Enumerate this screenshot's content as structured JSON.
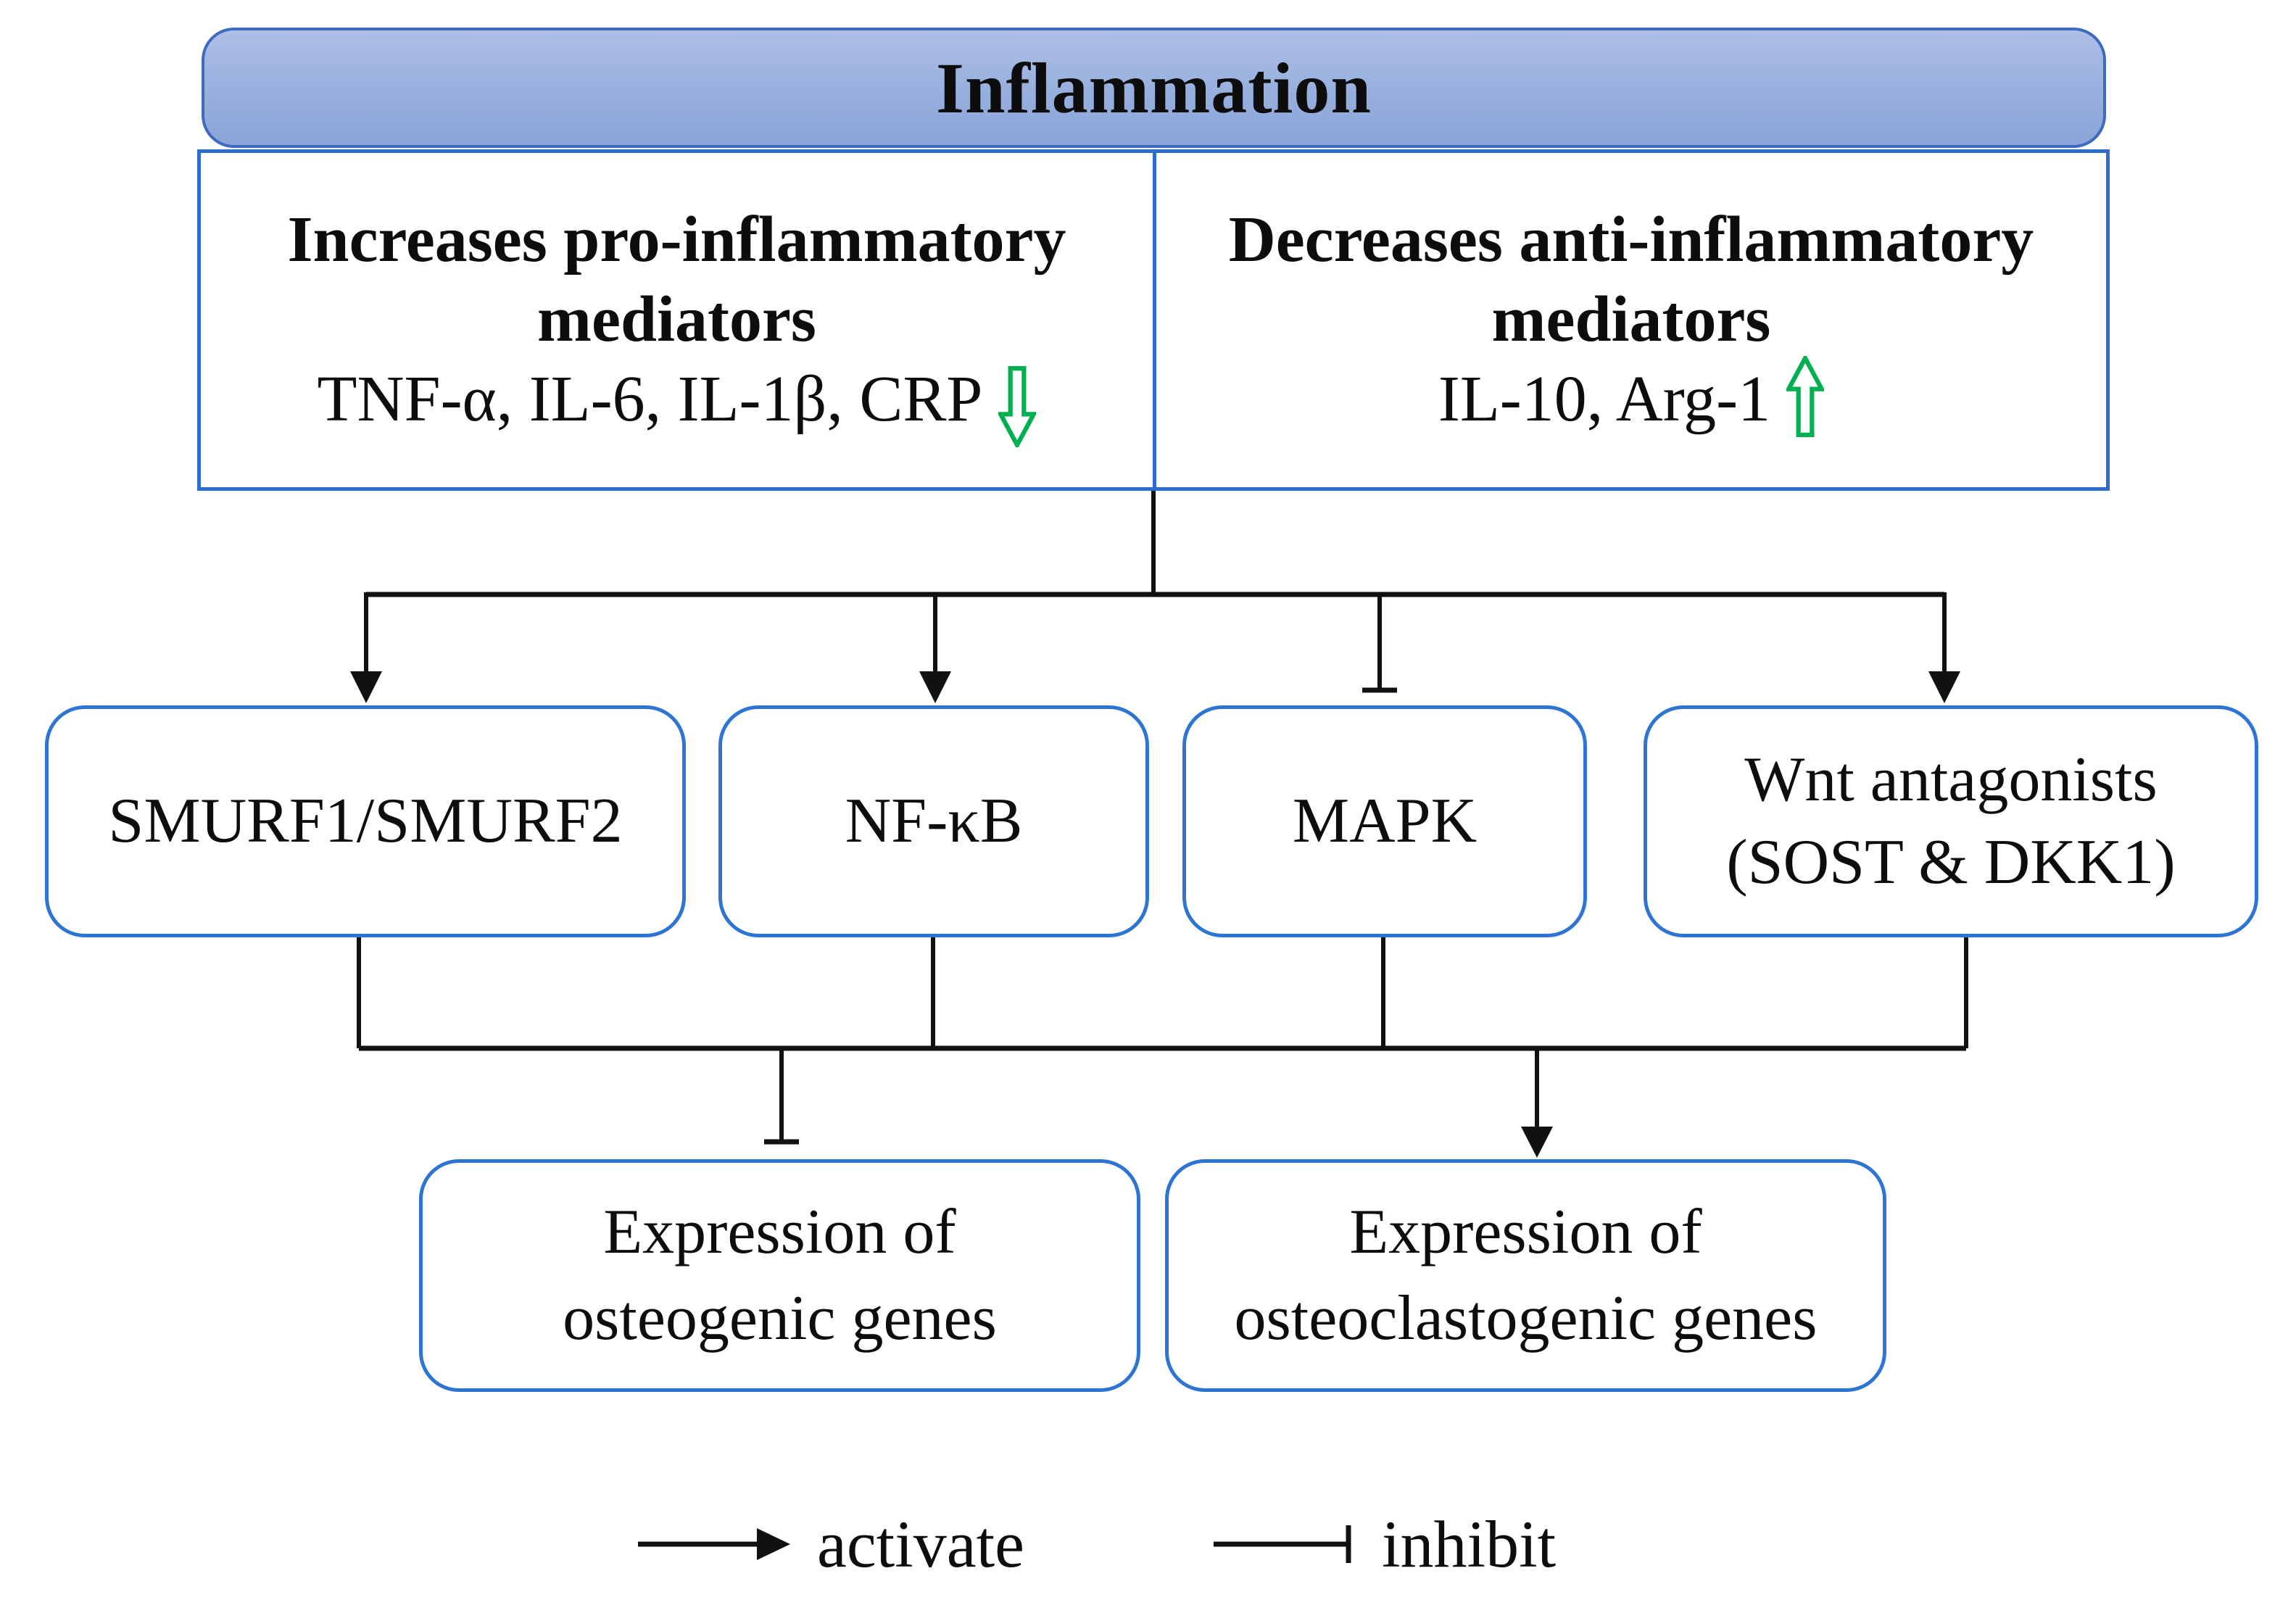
{
  "header": {
    "title": "Inflammation"
  },
  "mediator_panel": {
    "left": {
      "heading_line1": "Increases pro-inflammatory",
      "heading_line2": "mediators",
      "items": "TNF-α, IL-6, IL-1β, CRP",
      "trend_icon": "green-block-arrow-down"
    },
    "right": {
      "heading_line1": "Decreases anti-inflammatory",
      "heading_line2": "mediators",
      "items": "IL-10, Arg-1",
      "trend_icon": "green-block-arrow-up"
    }
  },
  "nodes": {
    "smurf": {
      "label": "SMURF1/SMURF2",
      "incoming": "activate",
      "outgoing": "to osteogenic genes"
    },
    "nfkb": {
      "label": "NF-κB",
      "incoming": "activate"
    },
    "mapk": {
      "label": "MAPK",
      "incoming": "inhibit"
    },
    "wnt": {
      "label_line1": "Wnt antagonists",
      "label_line2": "(SOST & DKK1)",
      "incoming": "activate"
    }
  },
  "outcomes": {
    "osteogenic": {
      "line1": "Expression of",
      "line2": "osteogenic genes",
      "incoming": "inhibit"
    },
    "osteoclastogenic": {
      "line1": "Expression of",
      "line2": "osteoclastogenic genes",
      "incoming": "activate"
    }
  },
  "legend": {
    "activate_label": "activate",
    "inhibit_label": "inhibit"
  },
  "colors": {
    "header_fill_top": "#aebfe6",
    "header_fill_bottom": "#8aa5d8",
    "header_border": "#3e6ac0",
    "panel_border": "#2e6bcb",
    "node_border": "#2e75d3",
    "connector_black": "#111111",
    "trend_green": "#00b050",
    "text": "#0d0d0d"
  }
}
